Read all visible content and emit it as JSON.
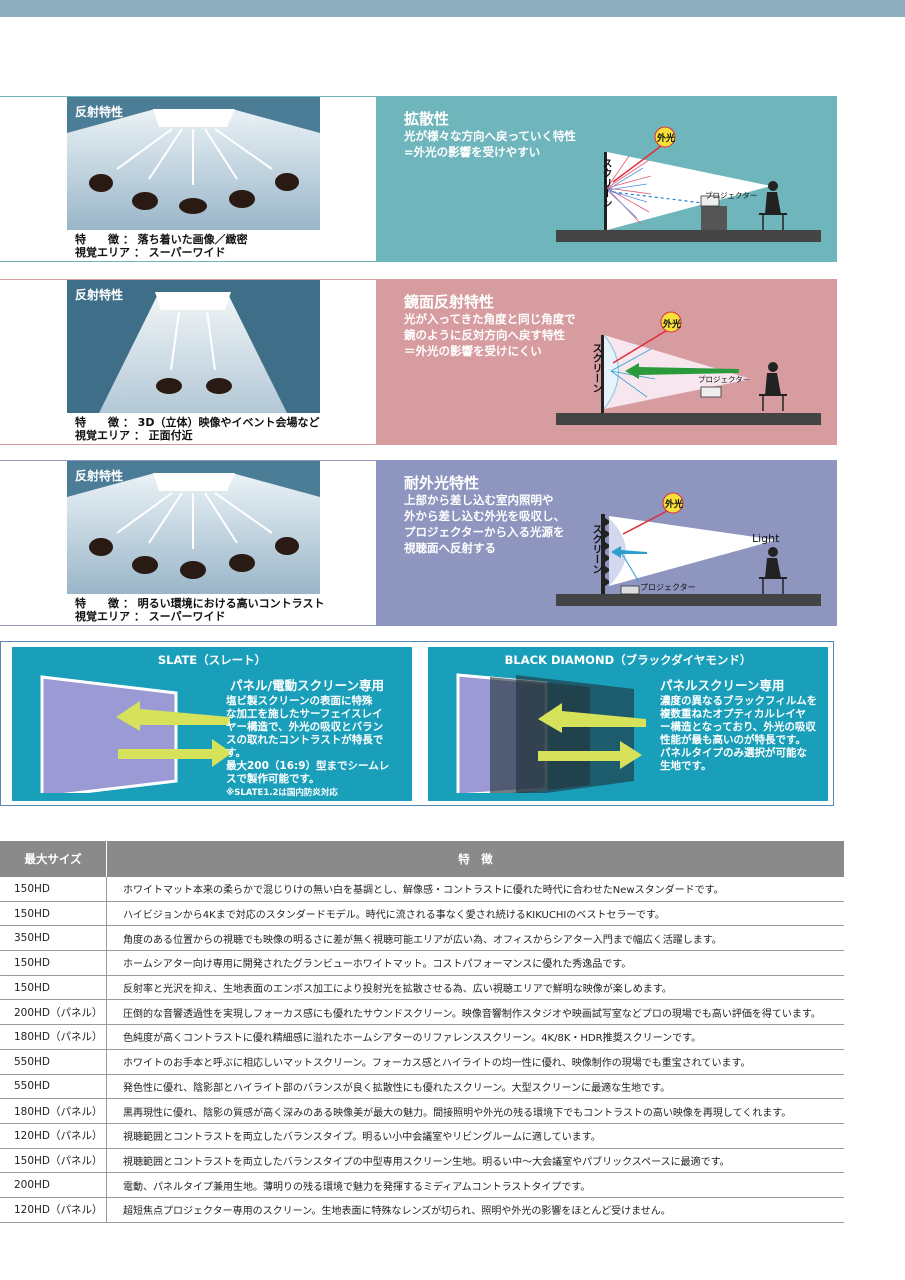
{
  "sections": [
    {
      "room_label": "反射特性",
      "features": [
        "特　　徴 ： 落ち着いた画像／緻密",
        "視覚エリア ： スーパーワイド"
      ],
      "title": "拡散性",
      "desc": "光が様々な方向へ戻っていく特性\n=外光の影響を受けやすい",
      "screen_label": "スクリーン",
      "ext_light_label": "外光",
      "projector_label": "プロジェクター",
      "colors": {
        "accent": "#6fb6bc",
        "border": "#6fb6bc"
      }
    },
    {
      "room_label": "反射特性",
      "features": [
        "特　　徴 ： 3D（立体）映像やイベント会場など",
        "視覚エリア ： 正面付近"
      ],
      "title": "鏡面反射特性",
      "desc": "光が入ってきた角度と同じ角度で\n鏡のように反対方向へ戻す特性\n＝外光の影響を受けにくい",
      "screen_label": "スクリーン",
      "ext_light_label": "外光",
      "projector_label": "プロジェクター",
      "colors": {
        "accent": "#d79ca0",
        "border": "#d79ca0"
      }
    },
    {
      "room_label": "反射特性",
      "features": [
        "特　　徴 ： 明るい環境における高いコントラスト",
        "視覚エリア ： スーパーワイド"
      ],
      "title": "耐外光特性",
      "desc": "上部から差し込む室内照明や\n外から差し込む外光を吸収し、\nプロジェクターから入る光源を\n視聴面へ反射する",
      "screen_label": "スクリーン",
      "ext_light_label": "外光",
      "projector_label": "プロジェクター",
      "light_label": "Light",
      "colors": {
        "accent": "#8e95bf",
        "border": "#8e95bf"
      }
    }
  ],
  "panels": [
    {
      "head": "SLATE（スレート）",
      "sub": "パネル/電動スクリーン専用",
      "desc": "塩ビ製スクリーンの表面に特殊\nな加工を施したサーフェイスレイ\nヤー構造で、外光の吸収とバラン\nスの取れたコントラストが特長で\nす。\n最大200（16:9）型までシームレ\nスで製作可能です。",
      "note": "※SLATE1.2は国内防炎対応"
    },
    {
      "head": "BLACK DIAMOND（ブラックダイヤモンド）",
      "sub": "パネルスクリーン専用",
      "desc": "濃度の異なるブラックフィルムを\n複数重ねたオプティカルレイヤ\nー構造となっており、外光の吸収\n性能が最も高いのが特長です。\nパネルタイプのみ選択が可能な\n生地です。",
      "note": ""
    }
  ],
  "table": {
    "headers": [
      "最大サイズ",
      "特　徴"
    ],
    "rows": [
      [
        "150HD",
        "ホワイトマット本来の柔らかで混じりけの無い白を基調とし、解像感・コントラストに優れた時代に合わせたNewスタンダードです。"
      ],
      [
        "150HD",
        "ハイビジョンから4Kまで対応のスタンダードモデル。時代に流される事なく愛され続けるKIKUCHIのベストセラーです。"
      ],
      [
        "350HD",
        "角度のある位置からの視聴でも映像の明るさに差が無く視聴可能エリアが広い為、オフィスからシアター入門まで幅広く活躍します。"
      ],
      [
        "150HD",
        "ホームシアター向け専用に開発されたグランビューホワイトマット。コストパフォーマンスに優れた秀逸品です。"
      ],
      [
        "150HD",
        "反射率と光沢を抑え、生地表面のエンボス加工により投射光を拡散させる為、広い視聴エリアで鮮明な映像が楽しめます。"
      ],
      [
        "200HD（パネル）",
        "圧倒的な音響透過性を実現しフォーカス感にも優れたサウンドスクリーン。映像音響制作スタジオや映画試写室などプロの現場でも高い評価を得ています。"
      ],
      [
        "180HD（パネル）",
        "色純度が高くコントラストに優れ精細感に溢れたホームシアターのリファレンススクリーン。4K/8K・HDR推奨スクリーンです。"
      ],
      [
        "550HD",
        "ホワイトのお手本と呼ぶに相応しいマットスクリーン。フォーカス感とハイライトの均一性に優れ、映像制作の現場でも重宝されています。"
      ],
      [
        "550HD",
        "発色性に優れ、陰影部とハイライト部のバランスが良く拡散性にも優れたスクリーン。大型スクリーンに最適な生地です。"
      ],
      [
        "180HD（パネル）",
        "黒再現性に優れ、陰影の質感が高く深みのある映像美が最大の魅力。間接照明や外光の残る環境下でもコントラストの高い映像を再現してくれます。"
      ],
      [
        "120HD（パネル）",
        "視聴範囲とコントラストを両立したバランスタイプ。明るい小中会議室やリビングルームに適しています。"
      ],
      [
        "150HD（パネル）",
        "視聴範囲とコントラストを両立したバランスタイプの中型専用スクリーン生地。明るい中～大会議室やパブリックスペースに最適です。"
      ],
      [
        "200HD",
        "電動、パネルタイプ兼用生地。薄明りの残る環境で魅力を発揮するミディアムコントラストタイプです。"
      ],
      [
        "120HD（パネル）",
        "超短焦点プロジェクター専用のスクリーン。生地表面に特殊なレンズが切られ、照明や外光の影響をほとんど受けません。"
      ]
    ]
  }
}
